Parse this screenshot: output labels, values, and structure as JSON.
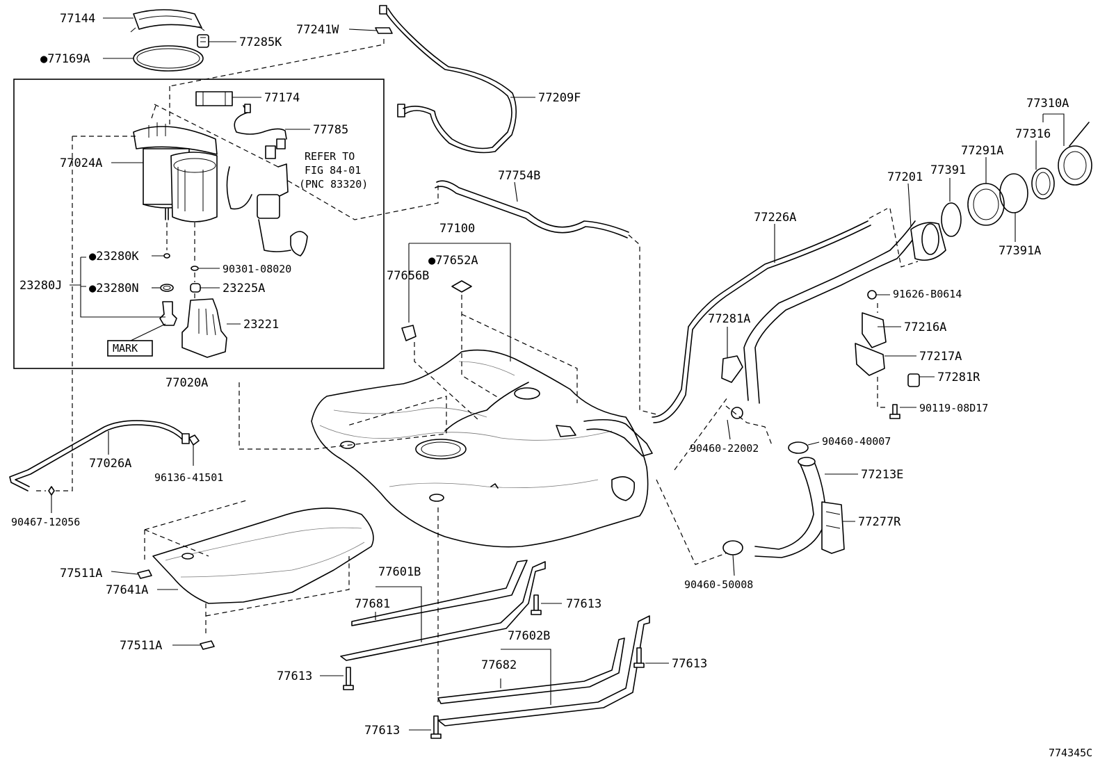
{
  "diagram_id": "774345C",
  "labels": {
    "p77144": "77144",
    "p77285K": "77285K",
    "p77169A": "●77169A",
    "p77241W": "77241W",
    "p77209F": "77209F",
    "p77174": "77174",
    "p77785": "77785",
    "p77024A": "77024A",
    "refer1": "REFER TO",
    "refer2": "FIG 84-01",
    "refer3": "(PNC 83320)",
    "p23280K": "●23280K",
    "p90301": "90301-08020",
    "p23280J": "23280J",
    "p23280N": "●23280N",
    "p23225A": "23225A",
    "p23221": "23221",
    "mark": "MARK",
    "p77020A": "77020A",
    "p77754B": "77754B",
    "p77100": "77100",
    "p77652A": "●77652A",
    "p77656B": "77656B",
    "p77026A": "77026A",
    "p96136": "96136-41501",
    "p90467": "90467-12056",
    "p77511A_1": "77511A",
    "p77641A": "77641A",
    "p77511A_2": "77511A",
    "p77601B": "77601B",
    "p77681": "77681",
    "p77613_1": "77613",
    "p77602B": "77602B",
    "p77682": "77682",
    "p77613_2": "77613",
    "p77613_3": "77613",
    "p77613_4": "77613",
    "p77226A": "77226A",
    "p77201": "77201",
    "p77391": "77391",
    "p77291A": "77291A",
    "p77316": "77316",
    "p77310A": "77310A",
    "p77391A": "77391A",
    "p91626": "91626-B0614",
    "p77281A": "77281A",
    "p77216A": "77216A",
    "p77217A": "77217A",
    "p77281R": "77281R",
    "p90119": "90119-08D17",
    "p90460_22002": "90460-22002",
    "p90460_40007": "90460-40007",
    "p77213E": "77213E",
    "p77277R": "77277R",
    "p90460_50008": "90460-50008"
  }
}
